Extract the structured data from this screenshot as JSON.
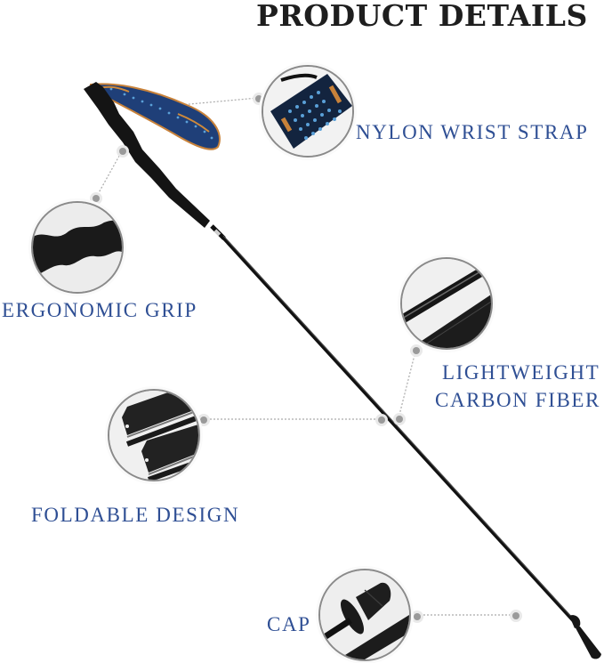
{
  "header": {
    "title": "PRODUCT DETAILS"
  },
  "features": [
    {
      "id": "strap",
      "label": "NYLON WRIST STRAP",
      "icon": "wrist-strap-closeup"
    },
    {
      "id": "grip",
      "label": "ERGONOMIC GRIP",
      "icon": "grip-closeup"
    },
    {
      "id": "carbon",
      "label_lines": [
        "LIGHTWEIGHT",
        "CARBON FIBER"
      ],
      "icon": "carbon-tube-closeup"
    },
    {
      "id": "fold",
      "label": "FOLDABLE DESIGN",
      "icon": "folded-sections-closeup"
    },
    {
      "id": "cap",
      "label": "CAP",
      "icon": "rubber-tip-cap-closeup"
    }
  ],
  "colors": {
    "title": "#1e1e1e",
    "label": "#2f4f94",
    "pole": "#111111",
    "strap_blue": "#1f3f78",
    "strap_dots": "#5aa0d8",
    "strap_orange": "#d08a3a",
    "connector": "#9a9a9a"
  }
}
